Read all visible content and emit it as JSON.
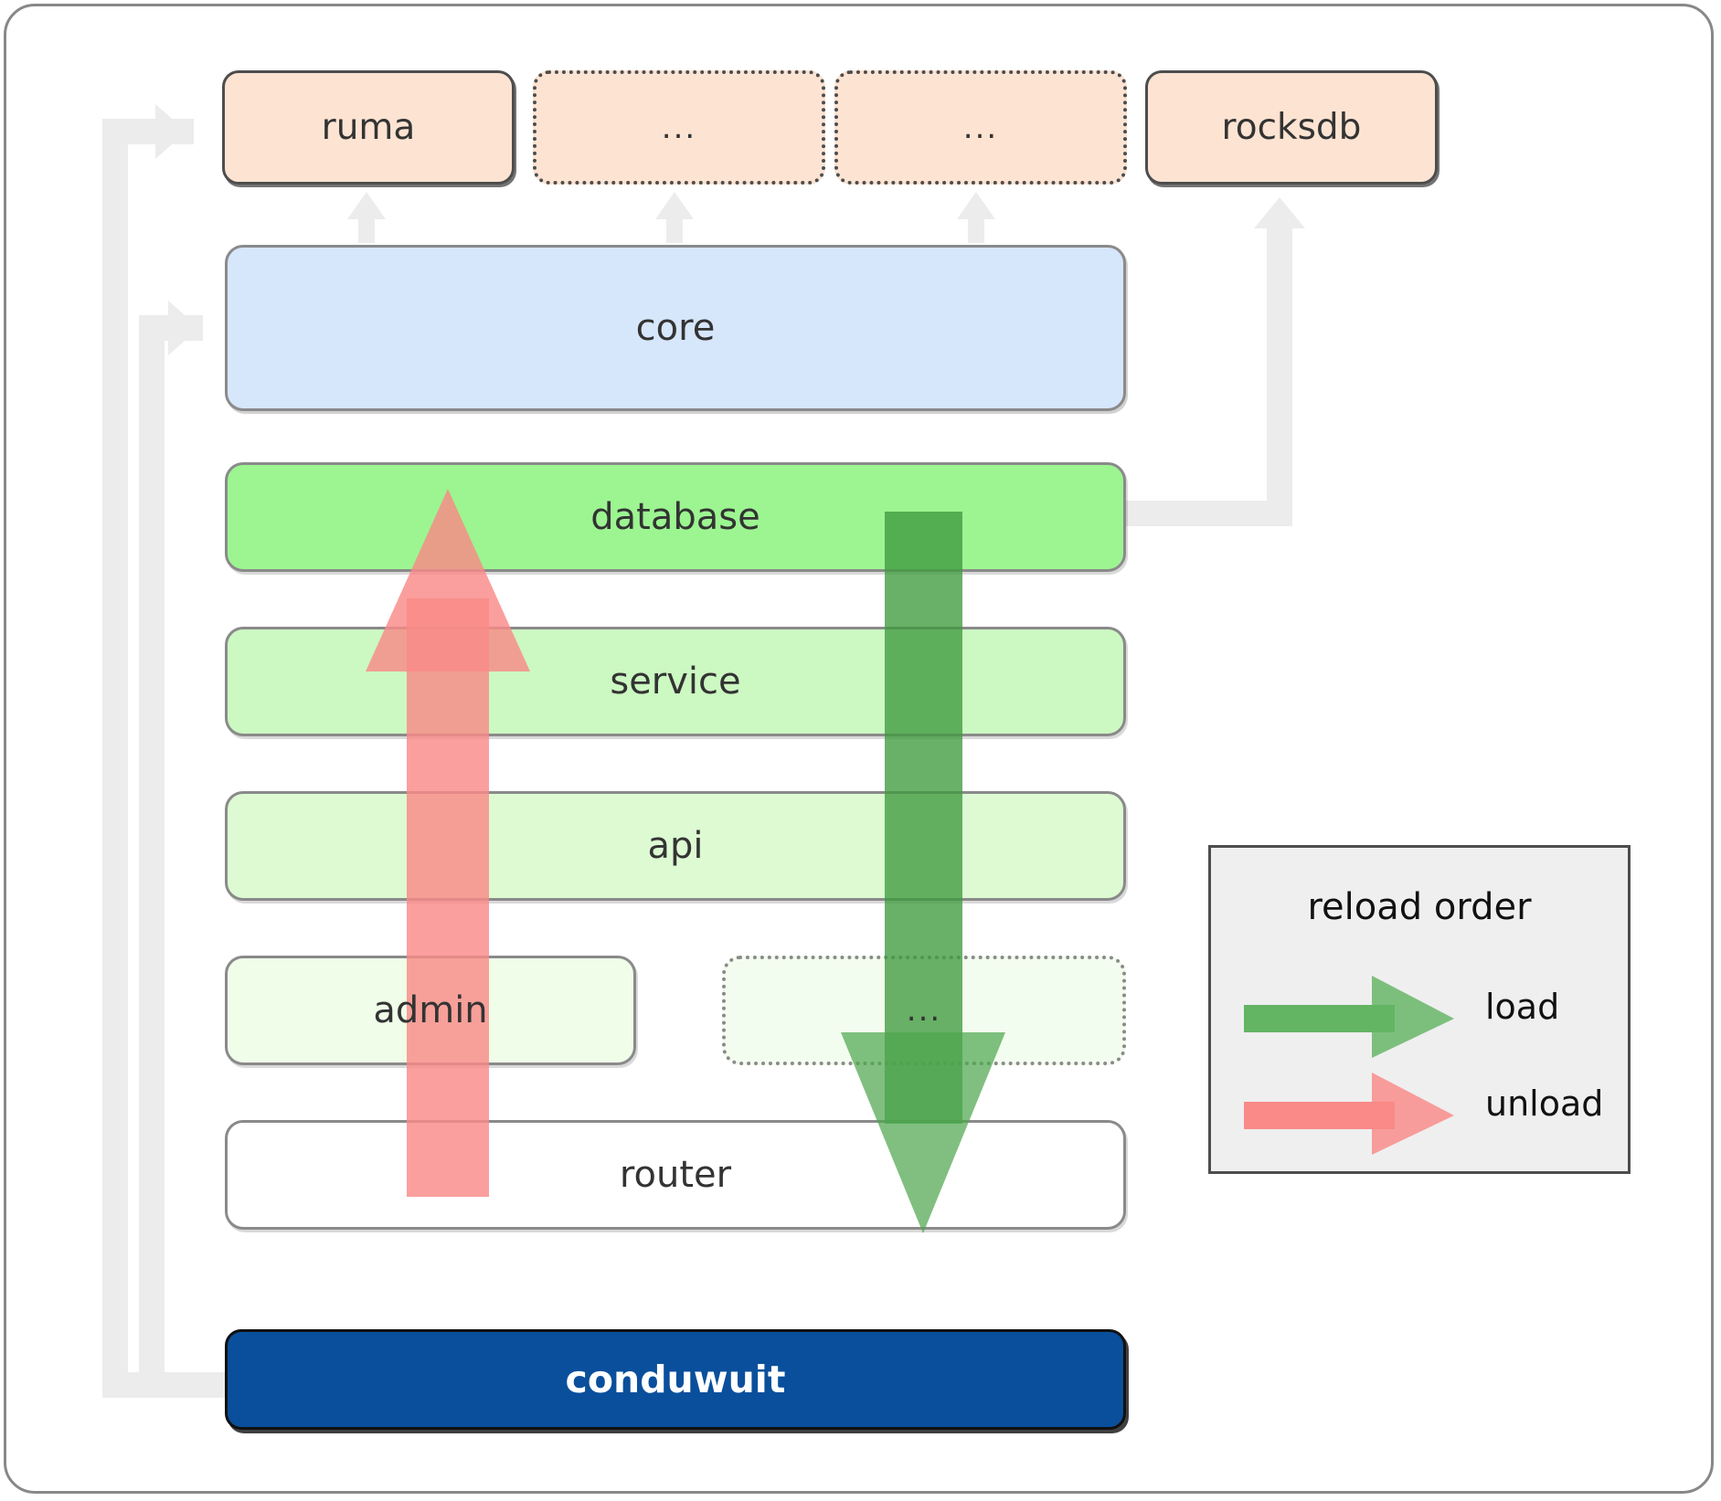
{
  "diagram": {
    "title": "conduwuit crate dependency / reload order diagram",
    "colors": {
      "crate_fill": "#fde3d2",
      "core_fill": "#d6e6fb",
      "database_fill": "#9cf591",
      "service_fill": "#ccf8c2",
      "api_fill": "#ddfad3",
      "admin_fill": "#effde9",
      "router_fill": "#ffffff",
      "root_fill": "#0a4f9c",
      "connector": "#ececec",
      "load_arrow": "#63b463",
      "unload_arrow": "#f98a88",
      "legend_fill": "#efefef"
    },
    "crates": [
      {
        "id": "ruma",
        "label": "ruma",
        "style": "solid"
      },
      {
        "id": "dots1",
        "label": "...",
        "style": "dotted"
      },
      {
        "id": "dots2",
        "label": "...",
        "style": "dotted"
      },
      {
        "id": "rocksdb",
        "label": "rocksdb",
        "style": "solid"
      }
    ],
    "core": {
      "id": "core",
      "label": "core"
    },
    "layers": [
      {
        "id": "database",
        "label": "database",
        "style": "solid"
      },
      {
        "id": "service",
        "label": "service",
        "style": "solid"
      },
      {
        "id": "api",
        "label": "api",
        "style": "solid"
      },
      {
        "id": "admin",
        "label": "admin",
        "style": "solid"
      },
      {
        "id": "dots3",
        "label": "...",
        "style": "dotted"
      },
      {
        "id": "router",
        "label": "router",
        "style": "solid"
      }
    ],
    "root": {
      "id": "conduwuit",
      "label": "conduwuit"
    },
    "legend": {
      "title": "reload order",
      "items": [
        {
          "id": "load",
          "label": "load",
          "color": "#63b463"
        },
        {
          "id": "unload",
          "label": "unload",
          "color": "#f98a88"
        }
      ]
    },
    "flows": [
      {
        "id": "load-flow",
        "label": "load",
        "direction": "down",
        "from": "database",
        "to": "router"
      },
      {
        "id": "unload-flow",
        "label": "unload",
        "direction": "up",
        "from": "router",
        "to": "database"
      }
    ]
  }
}
